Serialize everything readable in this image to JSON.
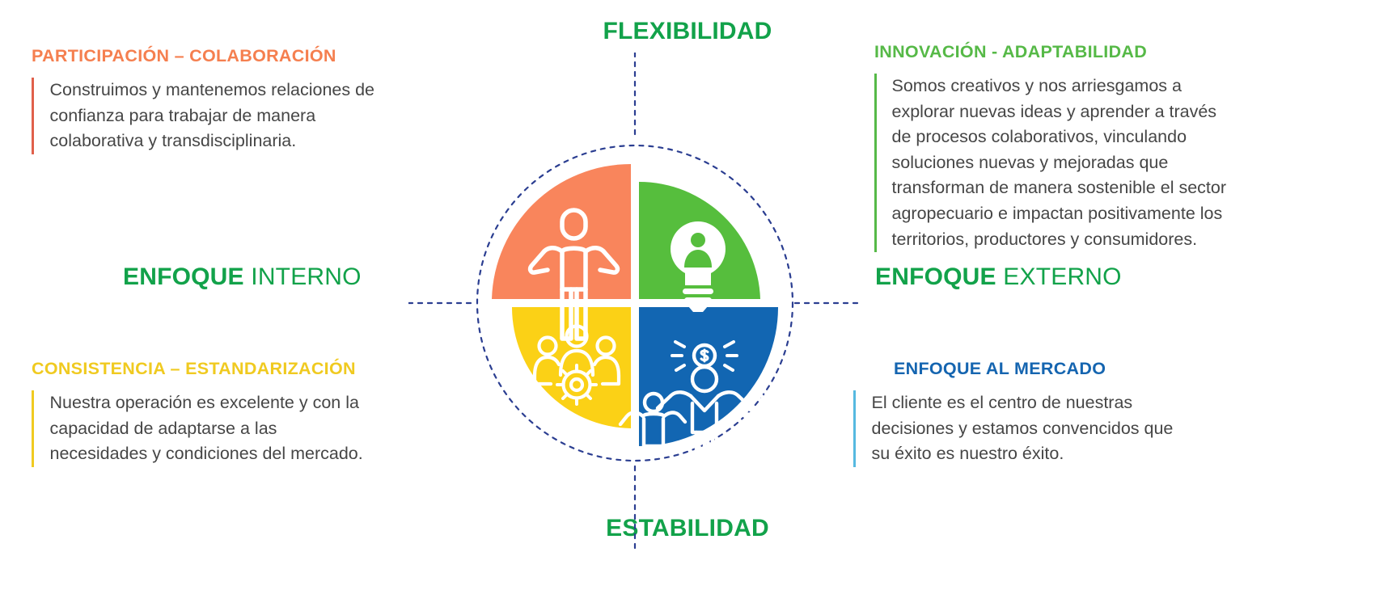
{
  "axes": {
    "top": "FLEXIBILIDAD",
    "bottom": "ESTABILIDAD",
    "left_bold": "ENFOQUE",
    "left_thin": " INTERNO",
    "right_bold": "ENFOQUE",
    "right_thin": " EXTERNO"
  },
  "quadrants": {
    "top_left": {
      "title": "PARTICIPACIÓN – COLABORACIÓN",
      "body": "Construimos y mantenemos relaciones de confianza para trabajar de manera colaborativa y transdisciplinaria.",
      "color": "#F57F4F",
      "bar_color": "#E0604B",
      "icon": "person-arms-open-icon"
    },
    "top_right": {
      "title": "INNOVACIÓN - ADAPTABILIDAD",
      "body": "Somos creativos y nos arriesgamos a explorar nuevas ideas y aprender a través de procesos colaborativos, vinculando soluciones nuevas y mejoradas que transforman de manera sostenible el sector agropecuario e impactan positivamente los territorios,  productores y consumidores.",
      "color": "#56B947",
      "bar_color": "#56B947",
      "icon": "lightbulb-person-icon"
    },
    "bottom_left": {
      "title": "CONSISTENCIA – ESTANDARIZACIÓN",
      "body": "Nuestra operación es excelente y con la capacidad de adaptarse a las necesidades y condiciones del mercado.",
      "color": "#F0CA20",
      "bar_color": "#F0CA20",
      "icon": "team-gear-icon"
    },
    "bottom_right": {
      "title": "ENFOQUE AL MERCADO",
      "body": "El cliente es el centro de nuestras decisiones y estamos convencidos que su éxito es nuestro éxito.",
      "color": "#1565B0",
      "bar_color": "#56B9E0",
      "icon": "people-celebrating-money-icon"
    }
  },
  "colors": {
    "orange": "#F9855C",
    "green": "#56BE3D",
    "yellow": "#FBD116",
    "blue": "#1266B2",
    "dark_green_text": "#12A24A",
    "dashed_navy": "#2B3E91",
    "body_text": "#464646"
  }
}
